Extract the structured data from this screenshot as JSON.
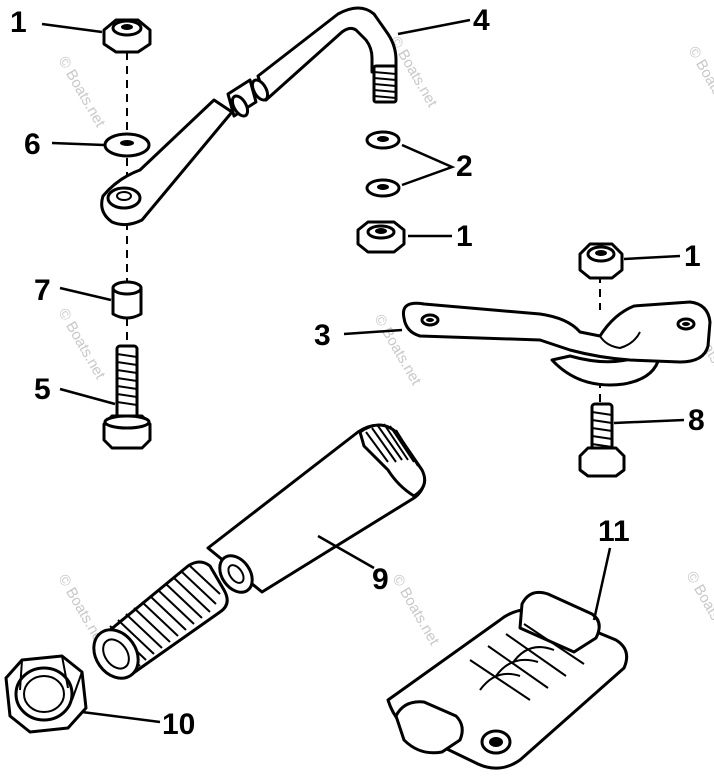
{
  "watermark": "© Boats.net",
  "callouts": {
    "c1a": "1",
    "c1b": "1",
    "c1c": "1",
    "c2": "2",
    "c3": "3",
    "c4": "4",
    "c5": "5",
    "c6": "6",
    "c7": "7",
    "c8": "8",
    "c9": "9",
    "c10": "10",
    "c11": "11"
  },
  "colors": {
    "line": "#000000",
    "background": "#ffffff",
    "watermark": "#c8c8c8"
  }
}
